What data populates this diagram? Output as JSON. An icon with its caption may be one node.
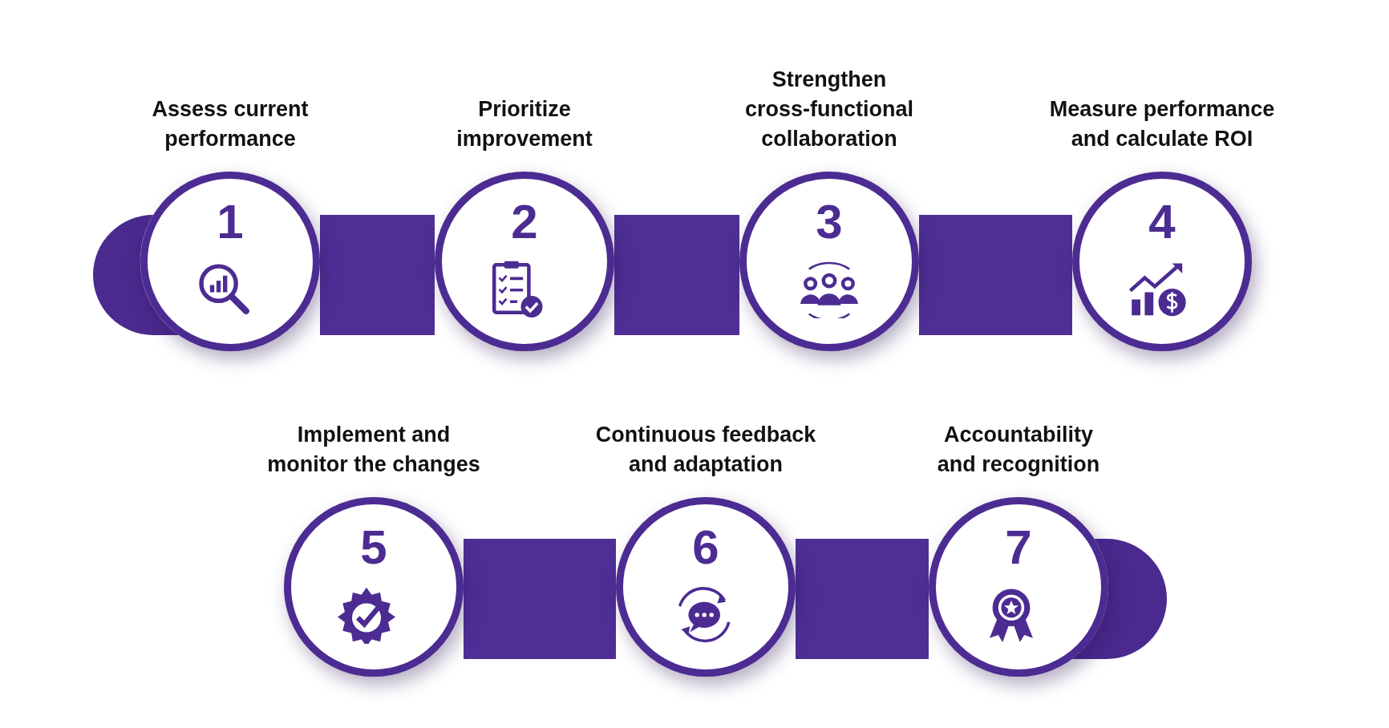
{
  "diagram": {
    "nodes": [
      {
        "text": [
          "Assess current performance",
          "1"
        ]
      },
      {
        "text": [
          "Prioritize improvement",
          "2"
        ]
      },
      {
        "text": [
          "Strengthen cross-functional collaboration",
          "3"
        ]
      },
      {
        "text": [
          "Measure performance and calculate ROI",
          "4"
        ]
      },
      {
        "text": [
          "Implement and monitor the changes",
          "5"
        ]
      },
      {
        "text": [
          "Continuous feedback and adaptation",
          "6"
        ]
      },
      {
        "text": [
          "Accountability and recognition",
          "7"
        ]
      },
      {
        "text": [],
        "shape": "bar"
      },
      {
        "text": [],
        "shape": "bar"
      }
    ],
    "edges": [
      {
        "from": 0,
        "to": 1,
        "arrow": "none"
      },
      {
        "from": 1,
        "to": 2,
        "arrow": "none"
      },
      {
        "from": 2,
        "to": 3,
        "arrow": "none"
      },
      {
        "from": 4,
        "to": 5,
        "arrow": "none"
      },
      {
        "from": 5,
        "to": 6,
        "arrow": "none"
      }
    ]
  }
}
